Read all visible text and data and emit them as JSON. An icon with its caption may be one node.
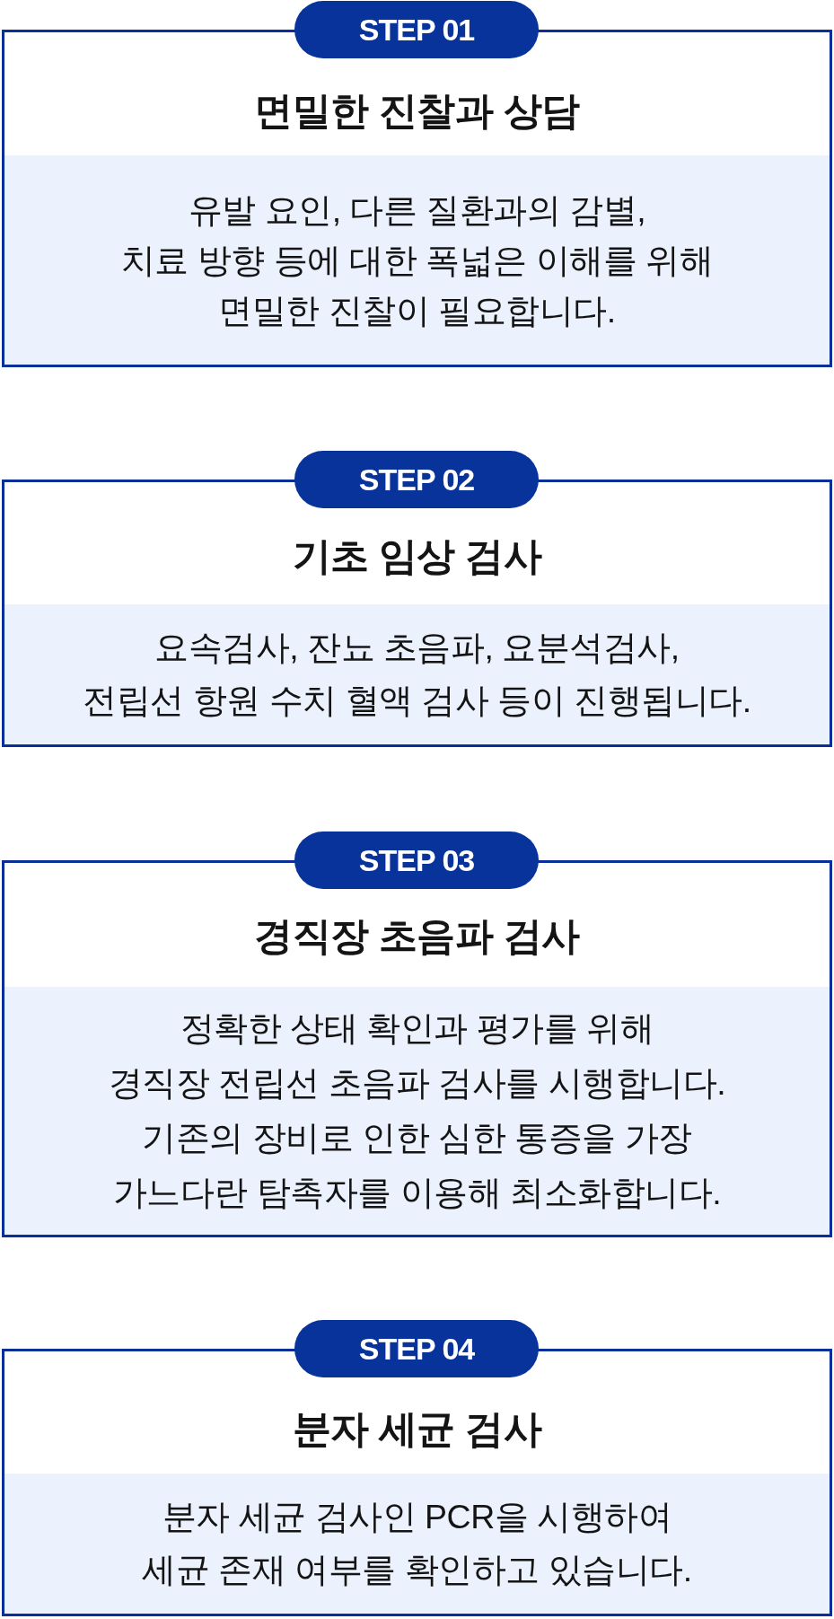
{
  "diagram": {
    "nodes": [
      {
        "text": [
          "STEP 01"
        ]
      },
      {
        "text": [
          "면밀한 진찰과 상담"
        ]
      },
      {
        "text": [
          "유발 요인, 다른 질환과의 감별, 치료 방향 등에 대한 폭넓은 이해를 위해 면밀한 진찰이 필요합니다."
        ],
        "in": 1
      },
      {
        "text": [
          "STEP 02"
        ]
      },
      {
        "text": [
          "기초 임상 검사"
        ]
      },
      {
        "text": [
          "요속검사, 잔뇨 초음파, 요분석검사, 전립선 항원 수치 혈액 검사 등이 진행됩니다."
        ],
        "in": 4
      },
      {
        "text": [
          "STEP 03"
        ]
      },
      {
        "text": [
          "경직장 초음파 검사"
        ]
      },
      {
        "text": [
          "정확한 상태 확인과 평가를 위해 경직장 전립선 초음파 검사를 시행합니다. 기존의 장비로 인한 심한 통증을 가장 가느다란 탐촉자를 이용해 최소화합니다."
        ],
        "in": 7
      },
      {
        "text": [
          "STEP 04"
        ]
      },
      {
        "text": [
          "분자 세균 검사"
        ]
      },
      {
        "text": [
          "분자 세균 검사인 PCR을 시행하여 세균 존재 여부를 확인하고 있습니다."
        ],
        "in": 10
      }
    ]
  }
}
